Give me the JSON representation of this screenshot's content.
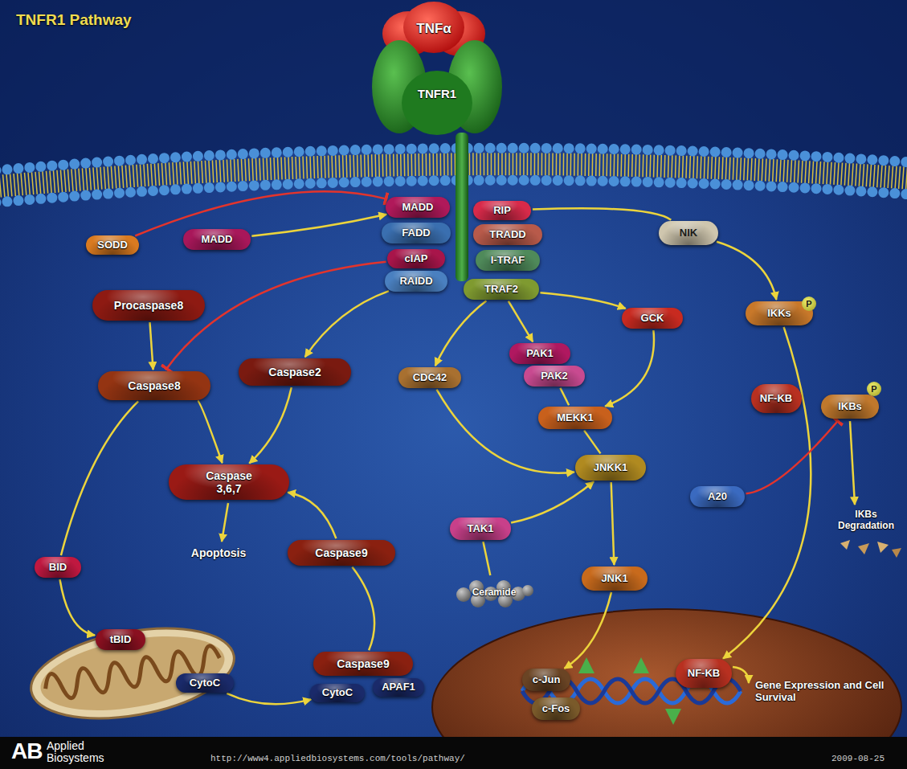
{
  "diagram": {
    "title": "TNFR1 Pathway",
    "nodes": [
      {
        "text": [
          "TNFα"
        ]
      },
      {
        "text": [
          "TNFR1"
        ]
      },
      {
        "text": [
          "MADD"
        ]
      },
      {
        "text": [
          "RIP"
        ]
      },
      {
        "text": [
          "SODD"
        ]
      },
      {
        "text": [
          "MADD"
        ]
      },
      {
        "text": [
          "FADD"
        ]
      },
      {
        "text": [
          "TRADD"
        ]
      },
      {
        "text": [
          "NIK"
        ]
      },
      {
        "text": [
          "cIAP"
        ]
      },
      {
        "text": [
          "I-TRAF"
        ]
      },
      {
        "text": [
          "RAIDD"
        ]
      },
      {
        "text": [
          "TRAF2"
        ]
      },
      {
        "text": [
          "Procaspase8"
        ]
      },
      {
        "text": [
          "IKKs"
        ]
      },
      {
        "text": [
          "GCK"
        ]
      },
      {
        "text": [
          "PAK1"
        ]
      },
      {
        "text": [
          "Caspase2"
        ]
      },
      {
        "text": [
          "PAK2"
        ]
      },
      {
        "text": [
          "CDC42"
        ]
      },
      {
        "text": [
          "Caspase8"
        ]
      },
      {
        "text": [
          "NF-KB"
        ]
      },
      {
        "text": [
          "IKBs"
        ]
      },
      {
        "text": [
          "MEKK1"
        ]
      },
      {
        "text": [
          "Caspase 3,6,7"
        ]
      },
      {
        "text": [
          "JNKK1"
        ]
      },
      {
        "text": [
          "A20"
        ]
      },
      {
        "text": [
          "TAK1"
        ]
      },
      {
        "text": [
          "Caspase9"
        ]
      },
      {
        "text": [
          "BID"
        ]
      },
      {
        "text": [
          "JNK1"
        ]
      },
      {
        "text": [
          "Ceramide"
        ]
      },
      {
        "text": [
          "tBID"
        ]
      },
      {
        "text": [
          "Caspase9"
        ]
      },
      {
        "text": [
          "CytoC"
        ]
      },
      {
        "text": [
          "CytoC"
        ]
      },
      {
        "text": [
          "APAF1"
        ]
      },
      {
        "text": [
          "c-Jun"
        ]
      },
      {
        "text": [
          "c-Fos"
        ]
      },
      {
        "text": [
          "NF-KB"
        ]
      }
    ],
    "edges": [
      {
        "from": 5,
        "to": 2,
        "arrow": "to"
      },
      {
        "from": 4,
        "to": 2,
        "arrow": "to"
      },
      {
        "from": 9,
        "to": 20,
        "arrow": "to"
      },
      {
        "from": 13,
        "to": 20,
        "arrow": "to"
      },
      {
        "from": 11,
        "to": 17,
        "arrow": "to"
      },
      {
        "from": 17,
        "to": 24,
        "arrow": "to"
      },
      {
        "from": 20,
        "to": 24,
        "arrow": "to"
      },
      {
        "from": 20,
        "to": 29,
        "arrow": "none"
      },
      {
        "from": 29,
        "to": 32,
        "arrow": "to"
      },
      {
        "from": 34,
        "to": 35,
        "arrow": "to"
      },
      {
        "from": 33,
        "to": 28,
        "arrow": "none"
      },
      {
        "from": 28,
        "to": 24,
        "arrow": "to"
      },
      {
        "from": 3,
        "to": 8,
        "arrow": "none"
      },
      {
        "from": 8,
        "to": 14,
        "arrow": "to"
      },
      {
        "from": 14,
        "to": 39,
        "arrow": "to"
      },
      {
        "from": 26,
        "to": 22,
        "arrow": "to"
      },
      {
        "from": 12,
        "to": 19,
        "arrow": "to"
      },
      {
        "from": 12,
        "to": 16,
        "arrow": "to"
      },
      {
        "from": 12,
        "to": 15,
        "arrow": "to"
      },
      {
        "from": 19,
        "to": 25,
        "arrow": "to"
      },
      {
        "from": 18,
        "to": 23,
        "arrow": "none"
      },
      {
        "from": 15,
        "to": 23,
        "arrow": "to"
      },
      {
        "from": 23,
        "to": 25,
        "arrow": "none"
      },
      {
        "from": 27,
        "to": 25,
        "arrow": "to"
      },
      {
        "from": 27,
        "to": 31,
        "arrow": "none"
      },
      {
        "from": 25,
        "to": 30,
        "arrow": "to"
      },
      {
        "from": 30,
        "to": 37,
        "arrow": "to"
      }
    ],
    "labels": [
      "P",
      "P",
      "IKBs Degradation",
      "Apoptosis",
      "Gene Expression and Cell Survival",
      "AB",
      "Applied Biosystems",
      "http://www4.appliedbiosystems.com/tools/pathway/",
      "2009-08-25"
    ]
  }
}
